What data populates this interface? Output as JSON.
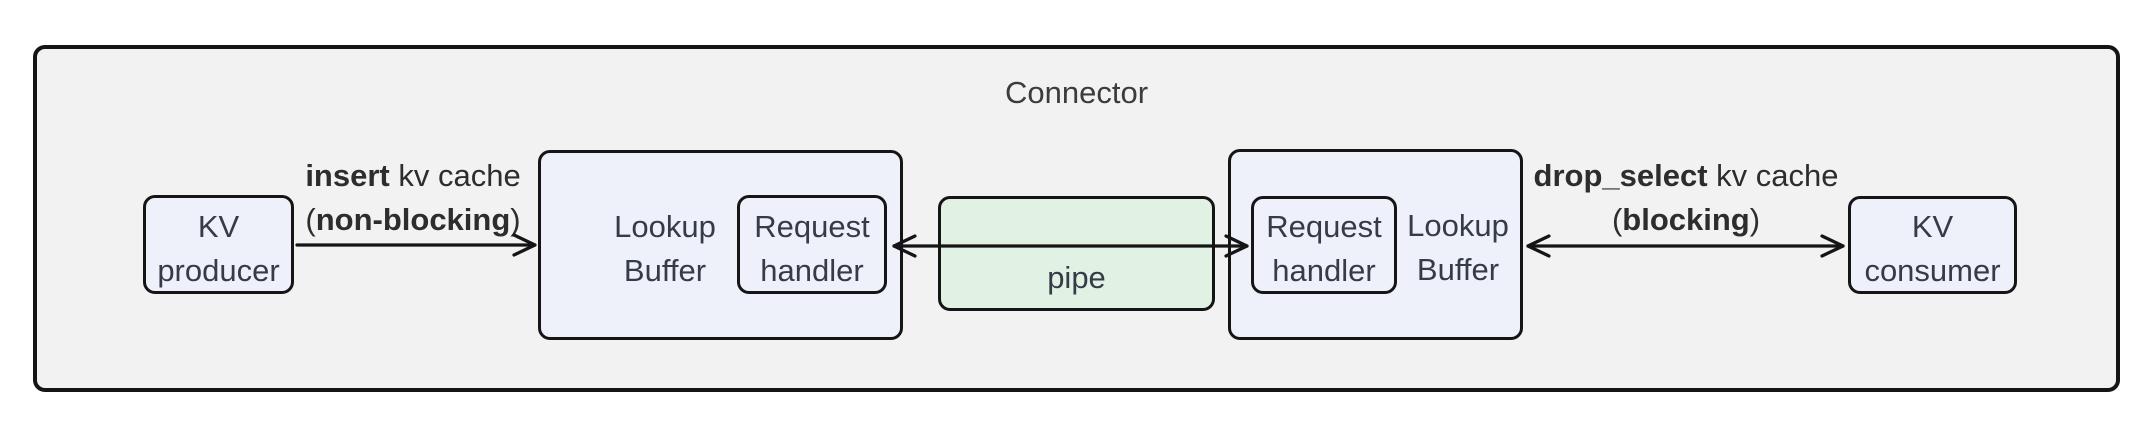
{
  "diagram": {
    "title": "Connector",
    "colors": {
      "canvas_bg": "#ffffff",
      "container_fill": "#f2f2f2",
      "container_border": "#151515",
      "node_fill": "#eef1fa",
      "node_border": "#151515",
      "pipe_fill": "#e1f1e3",
      "pipe_border": "#151515",
      "arrow_color": "#151515",
      "node_text": "#353c47",
      "edge_text": "#2d2d2d",
      "title_text": "#3c3c3c"
    },
    "nodes": {
      "kv_producer": {
        "line1": "KV",
        "line2": "producer"
      },
      "lookup_buffer_left": {
        "line1": "Lookup",
        "line2": "Buffer"
      },
      "request_handler_left": {
        "line1": "Request",
        "line2": "handler"
      },
      "pipe": {
        "label": "pipe"
      },
      "request_handler_right": {
        "line1": "Request",
        "line2": "handler"
      },
      "lookup_buffer_right": {
        "line1": "Lookup",
        "line2": "Buffer"
      },
      "kv_consumer": {
        "line1": "KV",
        "line2": "consumer"
      }
    },
    "edges": {
      "insert": {
        "method": "insert",
        "rest": " kv cache",
        "paren_open": "(",
        "mode": "non-blocking",
        "paren_close": ")"
      },
      "drop_select": {
        "method": "drop_select",
        "rest": " kv cache",
        "paren_open": "(",
        "mode": "blocking",
        "paren_close": ")"
      }
    }
  }
}
